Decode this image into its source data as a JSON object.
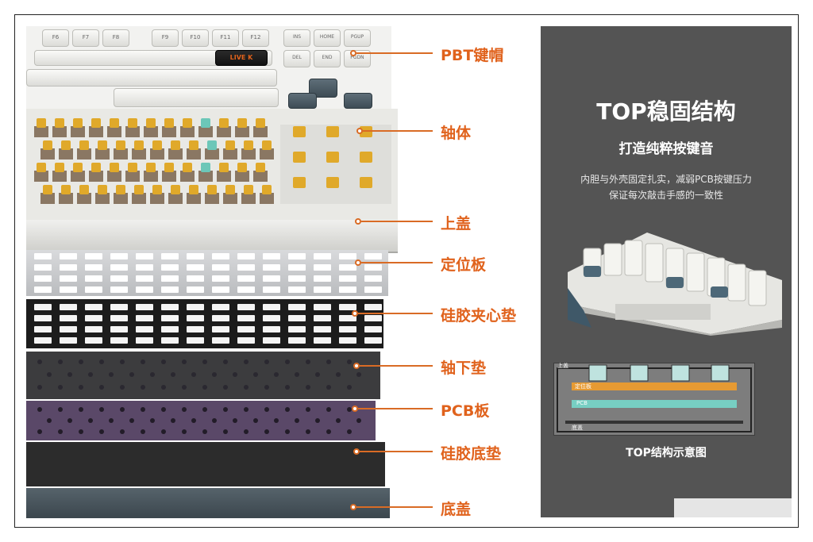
{
  "labels": [
    {
      "text": "PBT键帽"
    },
    {
      "text": "轴体"
    },
    {
      "text": "上盖"
    },
    {
      "text": "定位板"
    },
    {
      "text": "硅胶夹心垫"
    },
    {
      "text": "轴下垫"
    },
    {
      "text": "PCB板"
    },
    {
      "text": "硅胶底垫"
    },
    {
      "text": "底盖"
    }
  ],
  "keycap_text": {
    "f6": "F6",
    "f7": "F7",
    "f8": "F8",
    "f9": "F9",
    "f10": "F10",
    "f11": "F11",
    "f12": "F12",
    "ins": "INS",
    "home": "HOME",
    "pgup": "PGUP",
    "del": "DEL",
    "end": "END",
    "pgdn": "PGDN",
    "logo": "LIVE K"
  },
  "panel": {
    "title": "TOP稳固结构",
    "subtitle": "打造纯粹按键音",
    "desc_line1": "内胆与外壳固定扎实，减弱PCB按键压力",
    "desc_line2": "保证每次敲击手感的一致性",
    "diagram_top": "上盖",
    "diagram_plate": "定位板",
    "diagram_pcb": "PCB",
    "diagram_bottom": "底盖",
    "diagram_caption": "TOP结构示意图"
  },
  "colors": {
    "accent": "#e0621c",
    "panel_bg": "#545454"
  }
}
